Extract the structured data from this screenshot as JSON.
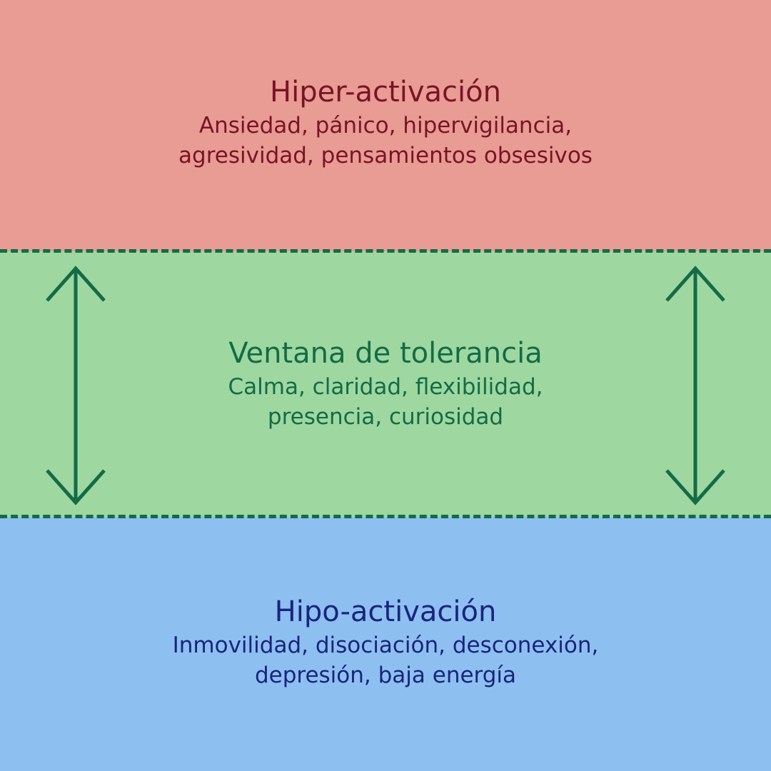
{
  "zones": {
    "hyper": {
      "title": "Hiper-activación",
      "description_lines": [
        "Ansiedad, pánico, hipervigilancia,",
        "agresividad, pensamientos obsesivos"
      ],
      "bg_color": "#e89c94",
      "text_color": "#7a1326"
    },
    "window": {
      "title": "Ventana de tolerancia",
      "description_lines": [
        "Calma, claridad, flexibilidad,",
        "presencia, curiosidad"
      ],
      "bg_color": "#9ed8a0",
      "text_color": "#146b47"
    },
    "hypo": {
      "title": "Hipo-activación",
      "description_lines": [
        "Inmovilidad, disociación, desconexión,",
        "depresión, baja energía"
      ],
      "bg_color": "#8dc0f0",
      "text_color": "#1a237e"
    }
  },
  "divider_color": "#146b47",
  "arrow_icon": "double-vertical-arrow-icon",
  "arrow_color": "#146b47"
}
